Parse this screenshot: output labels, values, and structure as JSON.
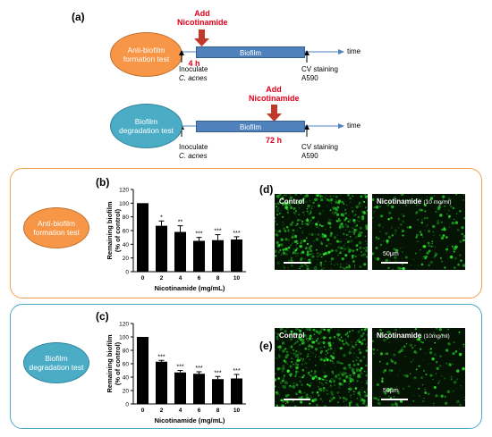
{
  "panels": {
    "a": "(a)",
    "b": "(b)",
    "c": "(c)",
    "d": "(d)",
    "e": "(e)"
  },
  "schematic": {
    "formation": {
      "oval_label": "Anti-biofilm formation test",
      "bar_label": "Biofilm",
      "add_label": "Add Nicotinamide",
      "time_point": "4 h",
      "inoculate": "Inoculate",
      "organism": "C. acnes",
      "stain": "CV staining",
      "absorbance": "A590",
      "axis": "time"
    },
    "degradation": {
      "oval_label": "Biofilm degradation test",
      "bar_label": "Biofilm",
      "add_label": "Add Nicotinamide",
      "time_point": "72 h",
      "inoculate": "Inoculate",
      "organism": "C. acnes",
      "stain": "CV staining",
      "absorbance": "A590",
      "axis": "time"
    }
  },
  "frames": {
    "formation": {
      "oval_label": "Anti-biofilm formation test",
      "border": "#f0a24a",
      "oval_color": "#f79646"
    },
    "degradation": {
      "oval_label": "Biofilm degradation test",
      "border": "#4aa8c8",
      "oval_color": "#4bacc6"
    }
  },
  "micrographs": {
    "d": {
      "control": "Control",
      "treated": "Nicotinamide",
      "treated_conc": "(10 mg/ml)",
      "scale": "50μm"
    },
    "e": {
      "control": "Control",
      "treated": "Nicotinamide",
      "treated_conc": "(10mg/ml)",
      "scale": "50μm"
    }
  },
  "colors": {
    "bar": "#000000",
    "red_accent": "#e3001b",
    "arrow": "#c0392b",
    "fluorescence": "#2bd52b"
  },
  "chart_data": [
    {
      "type": "bar",
      "panel": "b",
      "categories": [
        "0",
        "2",
        "4",
        "6",
        "8",
        "10"
      ],
      "values": [
        100,
        67,
        58,
        45,
        46,
        47
      ],
      "errors": [
        0,
        7,
        9,
        5,
        8,
        4
      ],
      "significance": [
        "",
        "*",
        "**",
        "***",
        "***",
        "***"
      ],
      "xlabel": "Nicotinamide (mg/mL)",
      "ylabel": "Remaining biofilm (% of control)",
      "ylim": [
        0,
        120
      ],
      "yticks": [
        0,
        20,
        40,
        60,
        80,
        100,
        120
      ]
    },
    {
      "type": "bar",
      "panel": "c",
      "categories": [
        "0",
        "2",
        "4",
        "6",
        "8",
        "10"
      ],
      "values": [
        100,
        63,
        47,
        45,
        37,
        38
      ],
      "errors": [
        0,
        2,
        3,
        3,
        4,
        6
      ],
      "significance": [
        "",
        "***",
        "***",
        "***",
        "***",
        "***"
      ],
      "xlabel": "Nicotinamide (mg/mL)",
      "ylabel": "Remaining biofilm (% of control)",
      "ylim": [
        0,
        120
      ],
      "yticks": [
        0,
        20,
        40,
        60,
        80,
        100,
        120
      ]
    }
  ]
}
